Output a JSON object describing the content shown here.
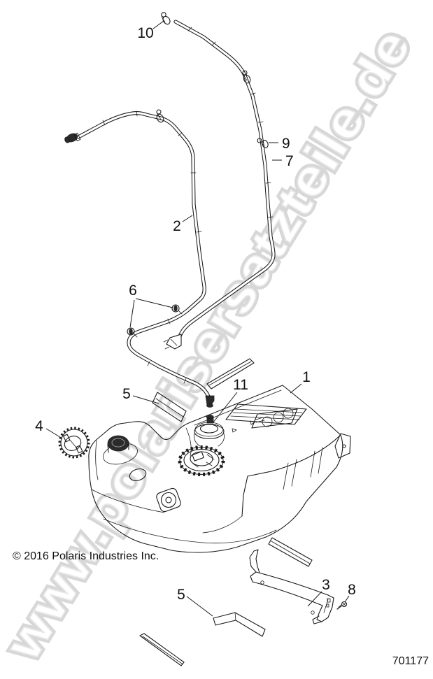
{
  "watermark": {
    "text": "www.polarisersatzteile.de",
    "color": "#d7d7d7"
  },
  "drawing": {
    "line_color": "#1a1a1a",
    "background": "#ffffff"
  },
  "callouts": [
    {
      "label": "10"
    },
    {
      "label": "9"
    },
    {
      "label": "7"
    },
    {
      "label": "2"
    },
    {
      "label": "6"
    },
    {
      "label": "1"
    },
    {
      "label": "11"
    },
    {
      "label": "5"
    },
    {
      "label": "4"
    },
    {
      "label": "3"
    },
    {
      "label": "8"
    },
    {
      "label": "5"
    }
  ],
  "footer": {
    "copyright": "© 2016 Polaris Industries Inc.",
    "part_number": "701177"
  }
}
